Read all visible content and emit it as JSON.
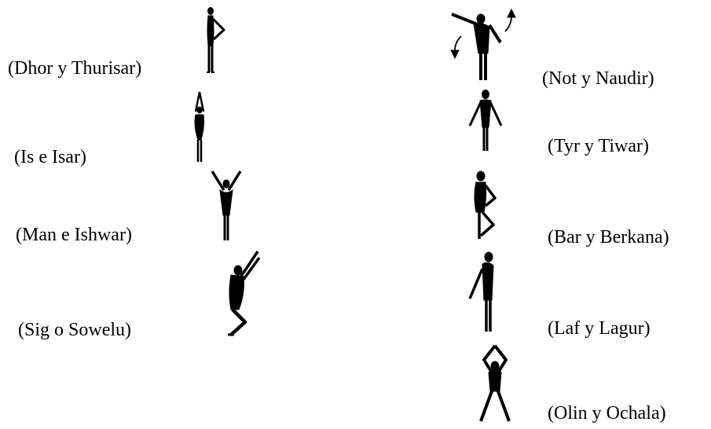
{
  "postures": [
    {
      "label": "(Dhor y Thurisar)",
      "icon": "standing-hand-on-hip-figure"
    },
    {
      "label": "(Is e Isar)",
      "icon": "arms-overhead-narrow-figure"
    },
    {
      "label": "(Man e Ishwar)",
      "icon": "arms-raised-v-figure"
    },
    {
      "label": "(Sig o Sowelu)",
      "icon": "crouching-zigzag-figure"
    },
    {
      "label": "(Not y Naudir)",
      "icon": "diagonal-arms-figure-with-arrows"
    },
    {
      "label": "(Tyr y Tiwar)",
      "icon": "arms-down-angled-figure"
    },
    {
      "label": "(Bar y Berkana)",
      "icon": "hand-on-hip-knee-bent-figure"
    },
    {
      "label": "(Laf y Lagur)",
      "icon": "arm-angled-down-figure"
    },
    {
      "label": "(Olin y Ochala)",
      "icon": "arms-circle-overhead-figure"
    }
  ],
  "colors": {
    "figure": "#000000",
    "background": "#ffffff"
  }
}
